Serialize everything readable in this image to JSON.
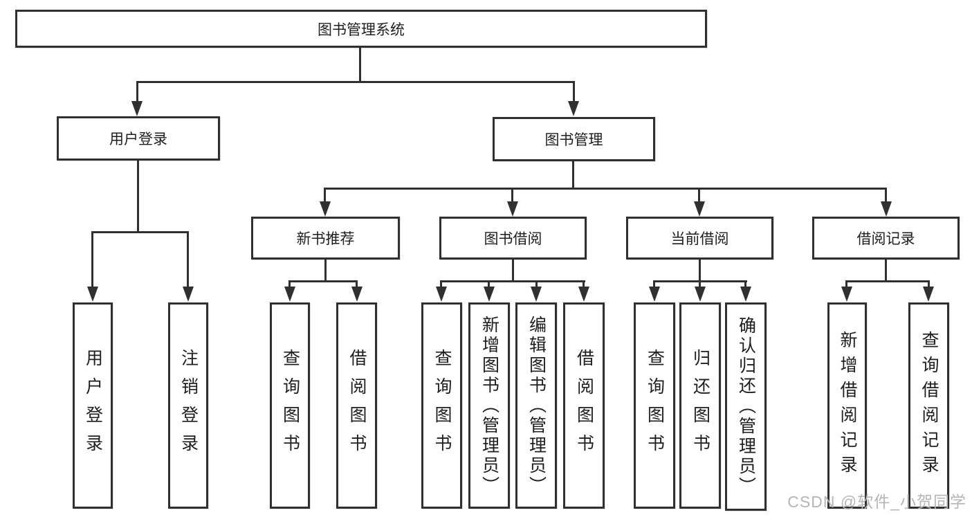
{
  "diagram_type": "hierarchy-tree",
  "tree": {
    "label": "图书管理系统",
    "children": [
      {
        "label": "用户登录",
        "children": [
          {
            "label": "用户登录"
          },
          {
            "label": "注销登录"
          }
        ]
      },
      {
        "label": "图书管理",
        "children": [
          {
            "label": "新书推荐",
            "children": [
              {
                "label": "查询图书"
              },
              {
                "label": "借阅图书"
              }
            ]
          },
          {
            "label": "图书借阅",
            "children": [
              {
                "label": "查询图书"
              },
              {
                "label": "新增图书（管理员）"
              },
              {
                "label": "编辑图书（管理员）"
              },
              {
                "label": "借阅图书"
              }
            ]
          },
          {
            "label": "当前借阅",
            "children": [
              {
                "label": "查询图书"
              },
              {
                "label": "归还图书"
              },
              {
                "label": "确认归还（管理员）"
              }
            ]
          },
          {
            "label": "借阅记录",
            "children": [
              {
                "label": "新增借阅记录"
              },
              {
                "label": "查询借阅记录"
              }
            ]
          }
        ]
      }
    ]
  },
  "watermark": {
    "text": "CSDN @软件_小贺同学"
  },
  "colors": {
    "line": "#303030",
    "text": "#1e1e1e",
    "watermark": "#b5b5b5",
    "background": "#ffffff"
  }
}
